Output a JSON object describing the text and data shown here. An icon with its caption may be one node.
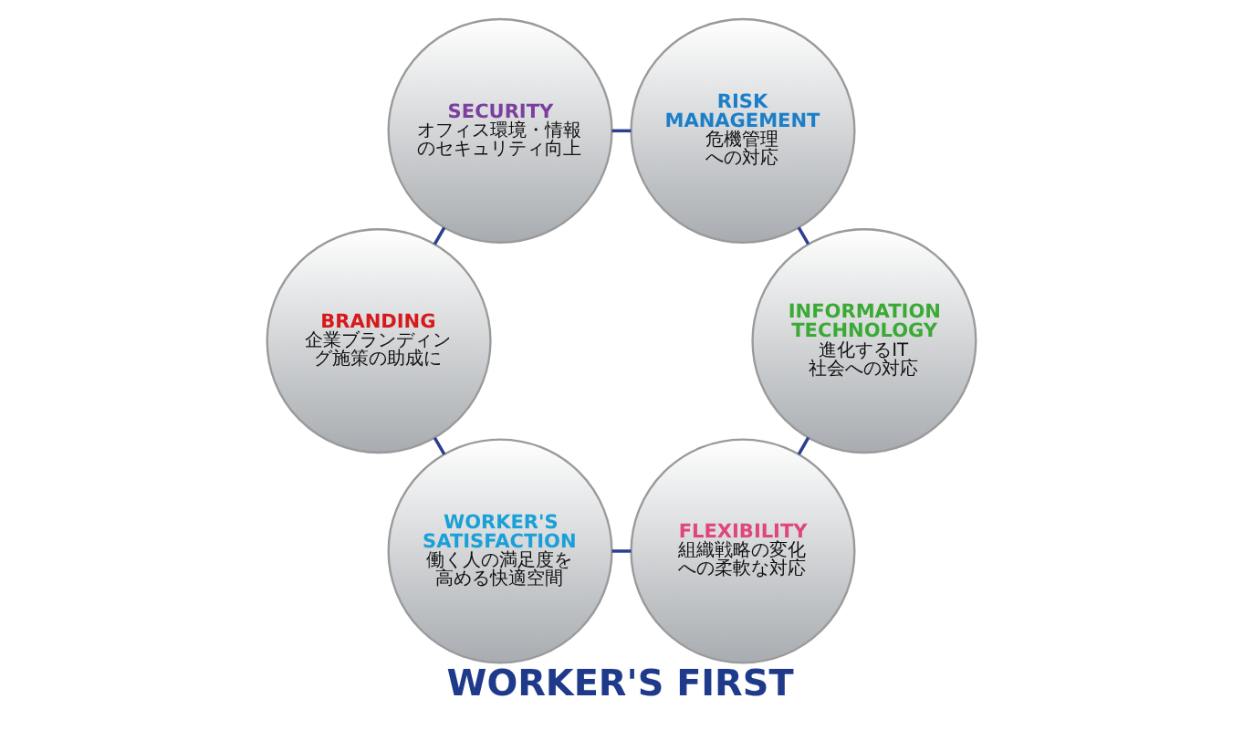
{
  "diagram": {
    "title": "WORKER'S FIRST",
    "nodes": [
      {
        "text": [
          "FLEXIBILITY",
          "組織戦略の変化への柔軟な対応"
        ]
      },
      {
        "text": [
          "WORKER'S SATISFACTION",
          "働く人の満足度を高める快適空間"
        ]
      },
      {
        "text": [
          "INFORMATION TECHNOLOGY",
          "進化するIT社会への対応"
        ]
      },
      {
        "text": [
          "BRANDING",
          "企業ブランディング施策の助成に"
        ]
      },
      {
        "text": [
          "RISK MANAGEMENT",
          "危機管理への対応"
        ]
      },
      {
        "text": [
          "SECURITY",
          "オフィス環境・情報のセキュリティ向上"
        ]
      }
    ],
    "edges": [
      {
        "from": 0,
        "to": 1,
        "arrow": "none"
      },
      {
        "from": 1,
        "to": 3,
        "arrow": "none"
      },
      {
        "from": 3,
        "to": 5,
        "arrow": "none"
      },
      {
        "from": 5,
        "to": 4,
        "arrow": "none"
      },
      {
        "from": 4,
        "to": 2,
        "arrow": "none"
      },
      {
        "from": 2,
        "to": 0,
        "arrow": "none"
      }
    ]
  }
}
